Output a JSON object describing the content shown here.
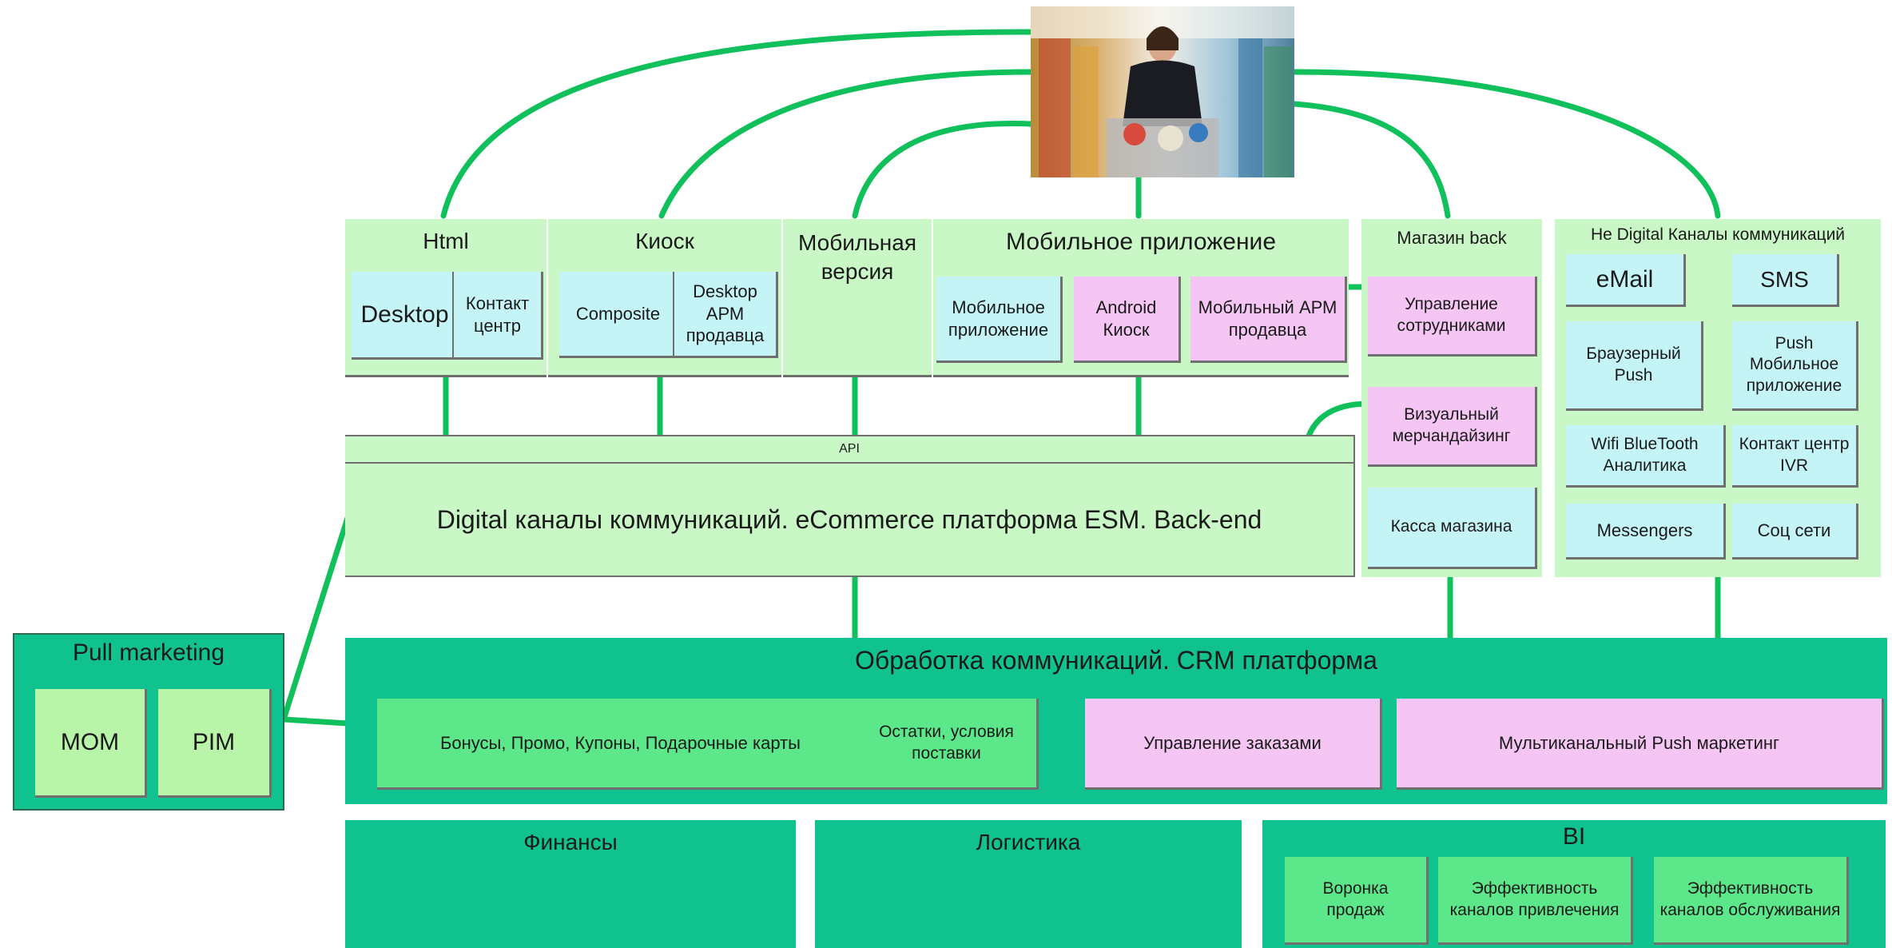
{
  "top": {
    "html": {
      "title": "Html",
      "desktop": "Desktop",
      "contact": "Контакт центр"
    },
    "kiosk": {
      "title": "Киоск",
      "composite": "Composite",
      "desktop_arm": "Desktop АРМ продавца"
    },
    "mobile_version": {
      "title": "Мобильная версия"
    },
    "mobile_app": {
      "title": "Мобильное приложение",
      "app": "Мобильное приложение",
      "android": "Android Киоск",
      "arm": "Мобильный АРМ продавца"
    },
    "store": {
      "title": "Магазин back",
      "staff": "Управление сотрудниками",
      "merch": "Визуальный мерчандайзинг",
      "pos": "Касса магазина"
    },
    "non_digital": {
      "title": "Не Digital Каналы коммуникаций",
      "email": "eMail",
      "sms": "SMS",
      "browser_push": "Браузерный Push",
      "push_mobile": "Push Мобильное приложение",
      "wifi": "Wifi BlueTooth Аналитика",
      "ivr": "Контакт центр IVR",
      "messengers": "Messengers",
      "social": "Соц сети"
    }
  },
  "api": {
    "label": "API"
  },
  "backend": {
    "label": "Digital каналы коммуникаций. eCommerce платформа ESM. Back-end"
  },
  "pull": {
    "title": "Pull marketing",
    "mom": "MOM",
    "pim": "PIM"
  },
  "crm": {
    "title": "Обработка коммуникаций. CRM платформа",
    "bonus": "Бонусы, Промо, Купоны, Подарочные карты",
    "stock": "Остатки, условия поставки",
    "orders": "Управление заказами",
    "push_marketing": "Мультиканальный Push маркетинг"
  },
  "bottom": {
    "finance": "Финансы",
    "logistics": "Логистика",
    "bi": {
      "title": "BI",
      "funnel": "Воронка продаж",
      "acq": "Эффективность каналов привлечения",
      "svc": "Эффективность каналов обслуживания"
    }
  },
  "colors": {
    "line": "#10c05a",
    "light_green": "#c9f7c5",
    "cyan": "#c5f4f7",
    "pink": "#f5c6f3",
    "green": "#5ce78a",
    "teal": "#10c28e"
  }
}
